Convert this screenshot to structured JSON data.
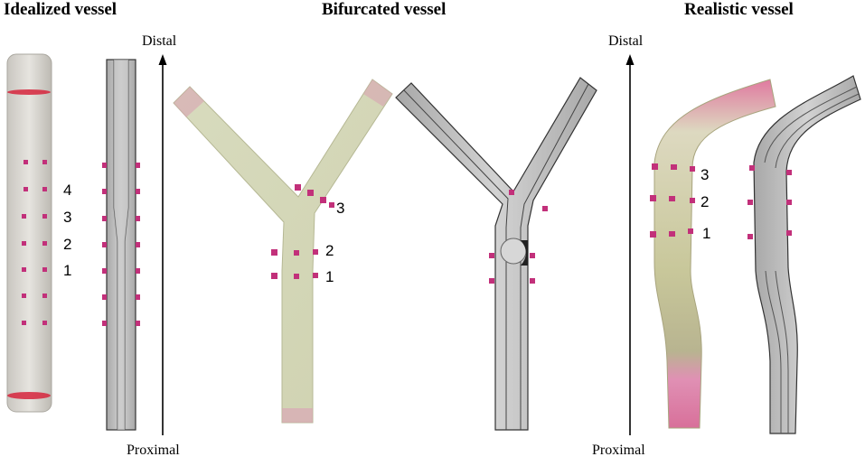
{
  "titles": {
    "idealized": "Idealized vessel",
    "bifurcated": "Bifurcated vessel",
    "realistic": "Realistic vessel"
  },
  "axis": {
    "distal": "Distal",
    "proximal": "Proximal"
  },
  "markers": {
    "idealized": [
      "4",
      "3",
      "2",
      "1"
    ],
    "bifurcated": [
      "3",
      "2",
      "1"
    ],
    "realistic": [
      "3",
      "2",
      "1"
    ]
  },
  "colors": {
    "marker": "#c2307a",
    "model_gray": "#bdbdbd",
    "printed_vessel": "#d9dcc4",
    "red_band": "#d6243c"
  }
}
